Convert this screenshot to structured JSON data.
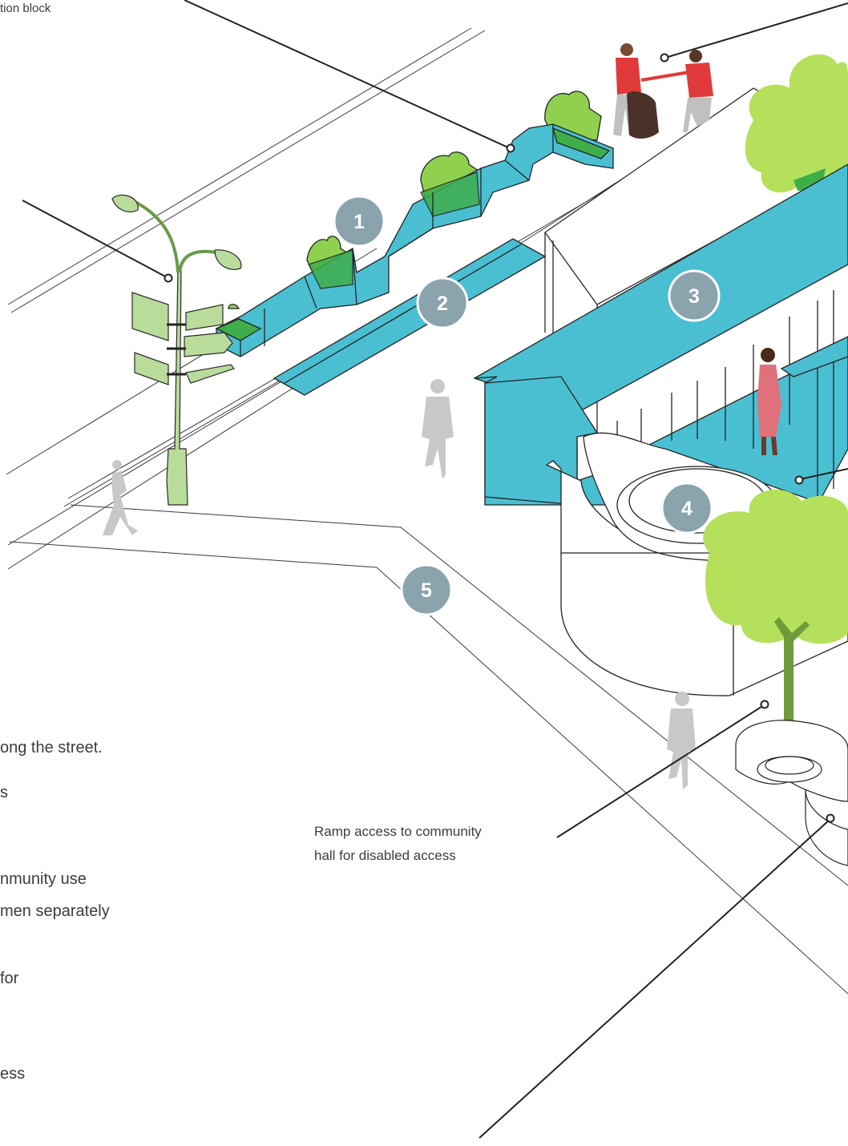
{
  "annotations": {
    "top_left": "tion block",
    "ramp_line1": "Ramp access to community",
    "ramp_line2": "hall for disabled access"
  },
  "left_fragments": [
    "ong the street.",
    "s",
    "nmunity use",
    "men separately",
    "for",
    "ess"
  ],
  "badges": [
    "1",
    "2",
    "3",
    "4",
    "5"
  ],
  "icons": [
    "street-lamp-icon",
    "signpost-icon",
    "person-icon",
    "tree-icon"
  ],
  "colors": {
    "structure": "#4bbfd2",
    "badge": "#8aa3ad",
    "tree": "#b5e05c",
    "green_planting": "#6bc84a",
    "lamp": "#b9dc9a",
    "person_grey": "#c6c8ca",
    "worker_red": "#e03a3a",
    "woman_pink": "#e0707a"
  }
}
